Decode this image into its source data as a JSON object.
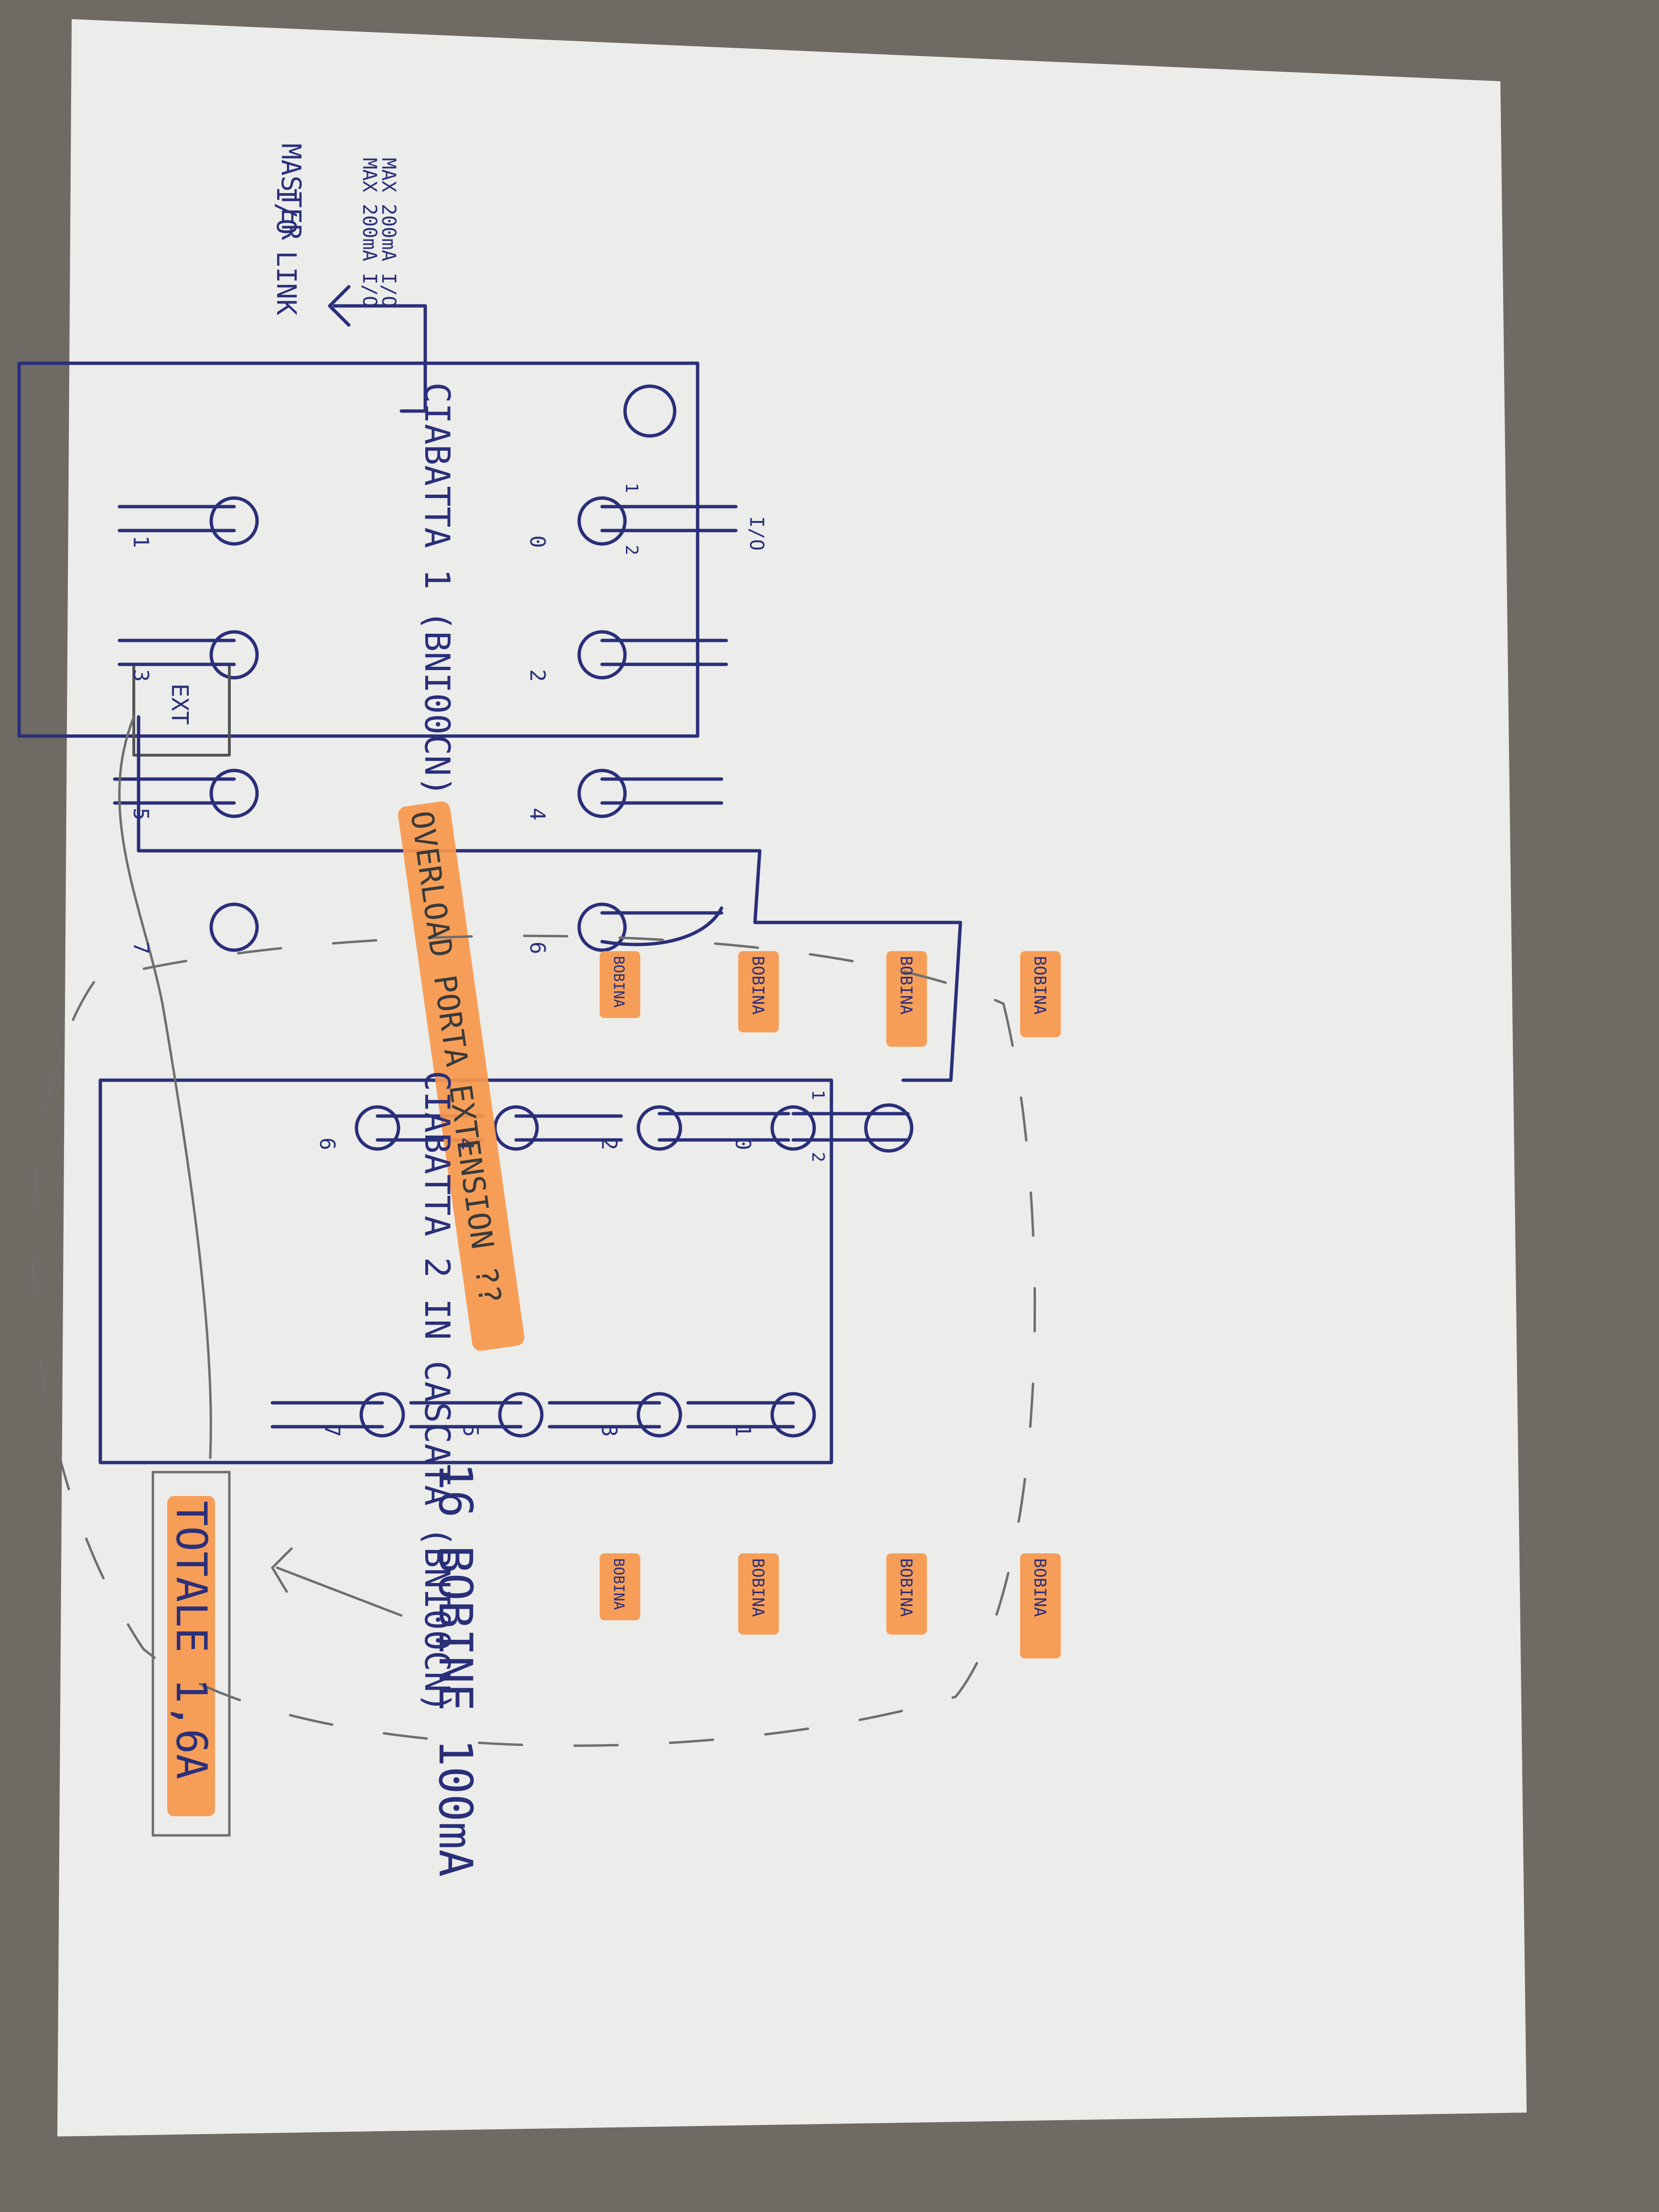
{
  "colors": {
    "pen_blue": "#2a2f7a",
    "pencil_gray": "#6e6e6e",
    "highlight_orange": "#f7964a",
    "paper": "#ececea",
    "carpet": "#6f6a64"
  },
  "left_labels": {
    "master": "MASTER",
    "io_link": "I/O LINK",
    "max_200": "MAX 200mA I/O",
    "max_200_b": "MAX 200mA I/O"
  },
  "hub1": {
    "title": "CIABATTA 1 (BNI00CN)",
    "port_numbers": [
      "0",
      "1",
      "2",
      "3",
      "4",
      "5",
      "6",
      "7"
    ],
    "pin_one": "1",
    "pin_two": "2",
    "io": "I/O",
    "ext_label": "EXT"
  },
  "hub2": {
    "title": "CIABATTA 2 IN CASCATA (BNI00CN)",
    "port_numbers": [
      "0",
      "1",
      "2",
      "3",
      "4",
      "5",
      "6",
      "7"
    ],
    "pin_one": "1",
    "pin_two": "2",
    "bobina": "BOBINA"
  },
  "notes": {
    "overload": "OVERLOAD PORTA EXTENSION ??",
    "coils": "16 BOBINE 100mA",
    "total": "TOTALE 1,6A"
  }
}
